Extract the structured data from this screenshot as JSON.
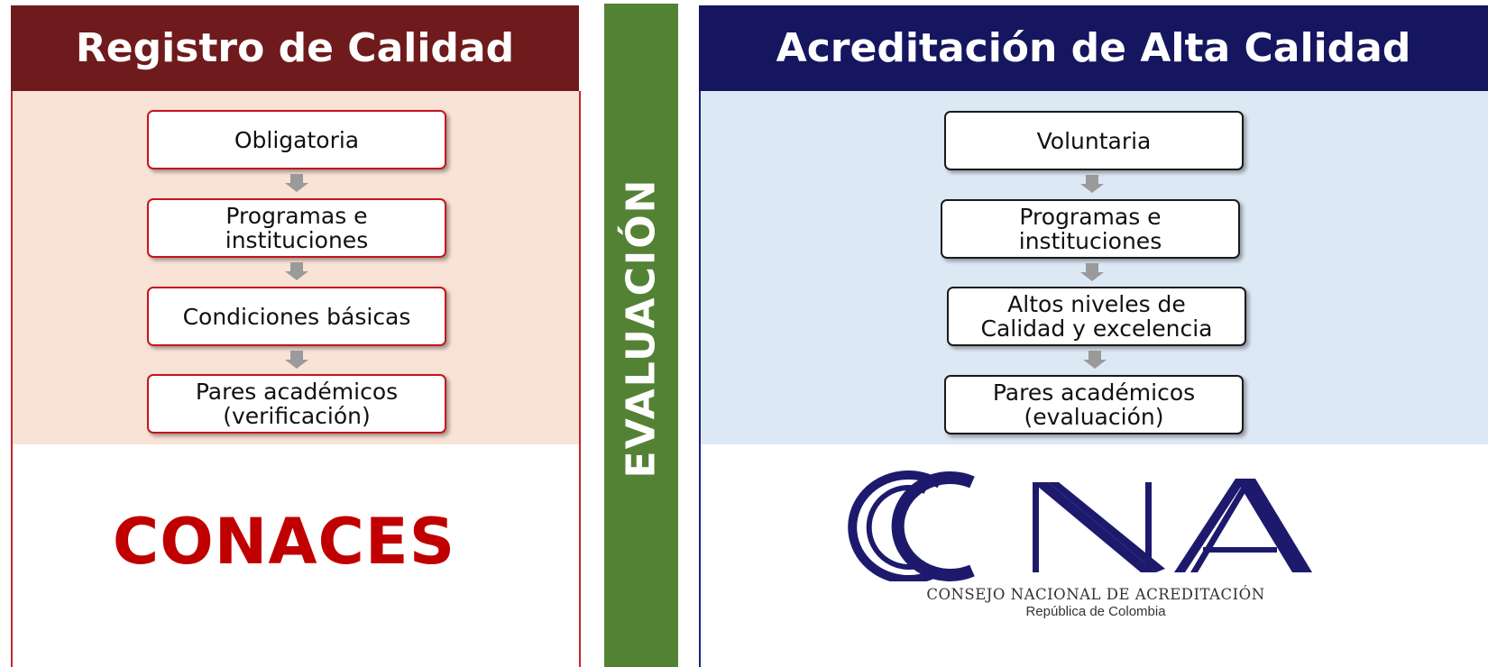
{
  "left": {
    "title": "Registro de Calidad",
    "steps": [
      "Obligatoria",
      "Programas e\ninstituciones",
      "Condiciones básicas",
      "Pares académicos\n(verificación)"
    ],
    "agency": "CONACES"
  },
  "middle": {
    "label": "EVALUACIÓN"
  },
  "right": {
    "title": "Acreditación de Alta Calidad",
    "steps": [
      "Voluntaria",
      "Programas e\ninstituciones",
      "Altos niveles de\nCalidad y excelencia",
      "Pares académicos\n(evaluación)"
    ],
    "logo": {
      "mark": "CNA",
      "line1": "CONSEJO NACIONAL DE ACREDITACIÓN",
      "line2": "República de Colombia"
    }
  },
  "colors": {
    "left_header": "#6f1a1c",
    "left_body": "#f9e2d6",
    "right_header": "#15165f",
    "right_body": "#dde8f5",
    "middle_band": "#548235",
    "conaces_text": "#c00000"
  }
}
